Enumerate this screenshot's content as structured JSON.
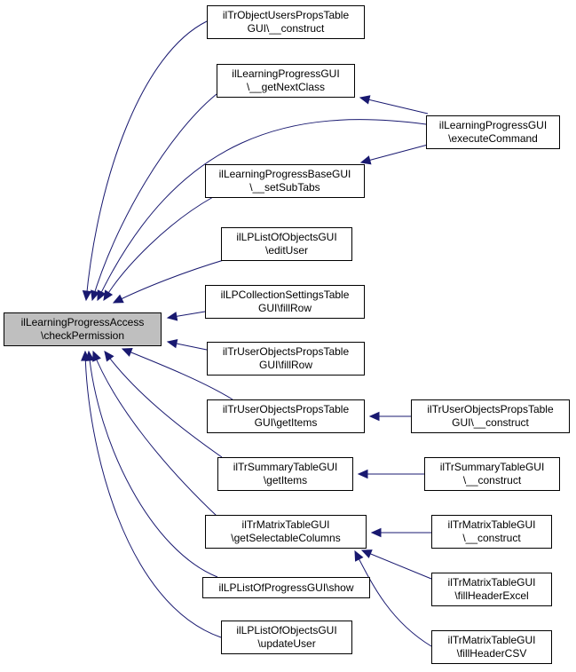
{
  "graph": {
    "root": {
      "id": "root",
      "lines": [
        "ilLearningProgressAccess",
        "\\checkPermission"
      ]
    },
    "nodes": [
      {
        "id": "n1",
        "lines": [
          "ilTrObjectUsersPropsTable",
          "GUI\\__construct"
        ]
      },
      {
        "id": "n2",
        "lines": [
          "ilLearningProgressGUI",
          "\\__getNextClass"
        ]
      },
      {
        "id": "n3",
        "lines": [
          "ilLearningProgressGUI",
          "\\executeCommand"
        ]
      },
      {
        "id": "n4",
        "lines": [
          "ilLearningProgressBaseGUI",
          "\\__setSubTabs"
        ]
      },
      {
        "id": "n5",
        "lines": [
          "ilLPListOfObjectsGUI",
          "\\editUser"
        ]
      },
      {
        "id": "n6",
        "lines": [
          "ilLPCollectionSettingsTable",
          "GUI\\fillRow"
        ]
      },
      {
        "id": "n7",
        "lines": [
          "ilTrUserObjectsPropsTable",
          "GUI\\fillRow"
        ]
      },
      {
        "id": "n8",
        "lines": [
          "ilTrUserObjectsPropsTable",
          "GUI\\getItems"
        ]
      },
      {
        "id": "n9",
        "lines": [
          "ilTrUserObjectsPropsTable",
          "GUI\\__construct"
        ]
      },
      {
        "id": "n10",
        "lines": [
          "ilTrSummaryTableGUI",
          "\\getItems"
        ]
      },
      {
        "id": "n11",
        "lines": [
          "ilTrSummaryTableGUI",
          "\\__construct"
        ]
      },
      {
        "id": "n12",
        "lines": [
          "ilTrMatrixTableGUI",
          "\\getSelectableColumns"
        ]
      },
      {
        "id": "n13",
        "lines": [
          "ilTrMatrixTableGUI",
          "\\__construct"
        ]
      },
      {
        "id": "n14",
        "lines": [
          "ilTrMatrixTableGUI",
          "\\fillHeaderExcel"
        ]
      },
      {
        "id": "n15",
        "lines": [
          "ilTrMatrixTableGUI",
          "\\fillHeaderCSV"
        ]
      },
      {
        "id": "n16",
        "lines": [
          "ilLPListOfProgressGUI\\show"
        ]
      },
      {
        "id": "n17",
        "lines": [
          "ilLPListOfObjectsGUI",
          "\\updateUser"
        ]
      }
    ],
    "edges": [
      {
        "from": "n1",
        "to": "root"
      },
      {
        "from": "n2",
        "to": "root"
      },
      {
        "from": "n3",
        "to": "root"
      },
      {
        "from": "n3",
        "to": "n2"
      },
      {
        "from": "n3",
        "to": "n4"
      },
      {
        "from": "n4",
        "to": "root"
      },
      {
        "from": "n5",
        "to": "root"
      },
      {
        "from": "n6",
        "to": "root"
      },
      {
        "from": "n7",
        "to": "root"
      },
      {
        "from": "n8",
        "to": "root"
      },
      {
        "from": "n9",
        "to": "n8"
      },
      {
        "from": "n10",
        "to": "root"
      },
      {
        "from": "n11",
        "to": "n10"
      },
      {
        "from": "n12",
        "to": "root"
      },
      {
        "from": "n13",
        "to": "n12"
      },
      {
        "from": "n14",
        "to": "n12"
      },
      {
        "from": "n15",
        "to": "n12"
      },
      {
        "from": "n16",
        "to": "root"
      },
      {
        "from": "n17",
        "to": "root"
      }
    ],
    "colors": {
      "edge": "#191970",
      "root_fill": "#bfbfbf",
      "node_fill": "#ffffff",
      "border": "#000000"
    }
  }
}
